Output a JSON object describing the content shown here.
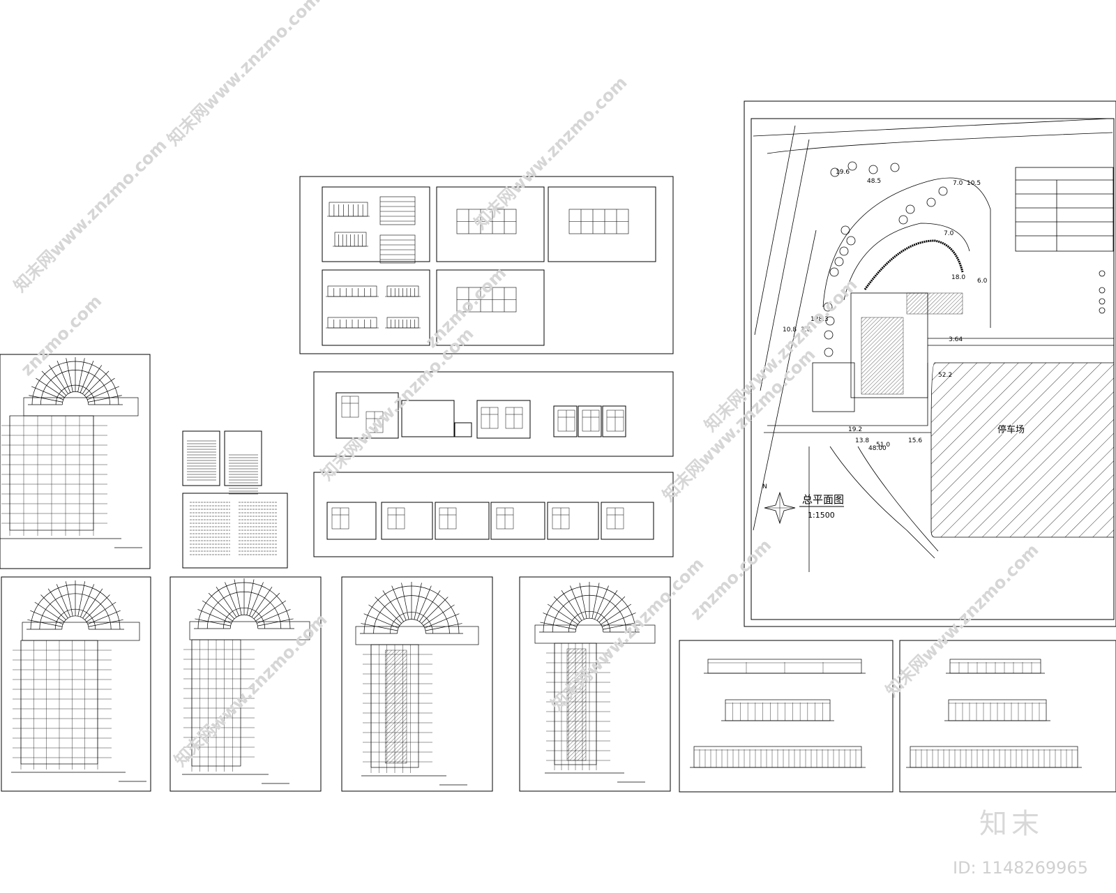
{
  "site_plan": {
    "title": "总平面图",
    "scale": "1:1500",
    "lot_label": "停车场",
    "dimensions": [
      "19.6",
      "48.5",
      "7.0",
      "10.5",
      "128.3",
      "18.0",
      "10.8",
      "3.6",
      "7.0",
      "6.0",
      "3.64",
      "52.2",
      "19.2",
      "13.8",
      "51.0",
      "48.00",
      "15.6"
    ],
    "compass": "N"
  },
  "watermarks": {
    "site": "知末网www.znzmo.com",
    "site_short": "znzmo.com"
  },
  "brand": {
    "logo": "知末",
    "id": "ID: 1148269965"
  }
}
